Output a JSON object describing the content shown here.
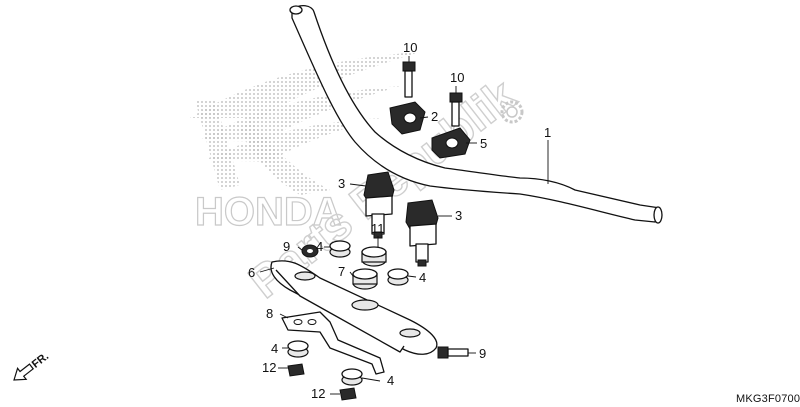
{
  "diagram": {
    "code": "MKG3F0700",
    "direction_label": "FR.",
    "watermark_brand": "HONDA",
    "watermark_site": "Parts Republik",
    "callouts": [
      {
        "id": "c1",
        "label": "1"
      },
      {
        "id": "c2",
        "label": "2"
      },
      {
        "id": "c3a",
        "label": "3"
      },
      {
        "id": "c3b",
        "label": "3"
      },
      {
        "id": "c4a",
        "label": "4"
      },
      {
        "id": "c4b",
        "label": "4"
      },
      {
        "id": "c4c",
        "label": "4"
      },
      {
        "id": "c4d",
        "label": "4"
      },
      {
        "id": "c5",
        "label": "5"
      },
      {
        "id": "c6",
        "label": "6"
      },
      {
        "id": "c7",
        "label": "7"
      },
      {
        "id": "c8",
        "label": "8"
      },
      {
        "id": "c9a",
        "label": "9"
      },
      {
        "id": "c9b",
        "label": "9"
      },
      {
        "id": "c10a",
        "label": "10"
      },
      {
        "id": "c10b",
        "label": "10"
      },
      {
        "id": "c11",
        "label": "11"
      },
      {
        "id": "c12a",
        "label": "12"
      },
      {
        "id": "c12b",
        "label": "12"
      }
    ],
    "icons": {
      "watermark_logo": "honda-wing-logo",
      "gear": "gear-icon",
      "direction": "front-arrow-icon"
    }
  }
}
